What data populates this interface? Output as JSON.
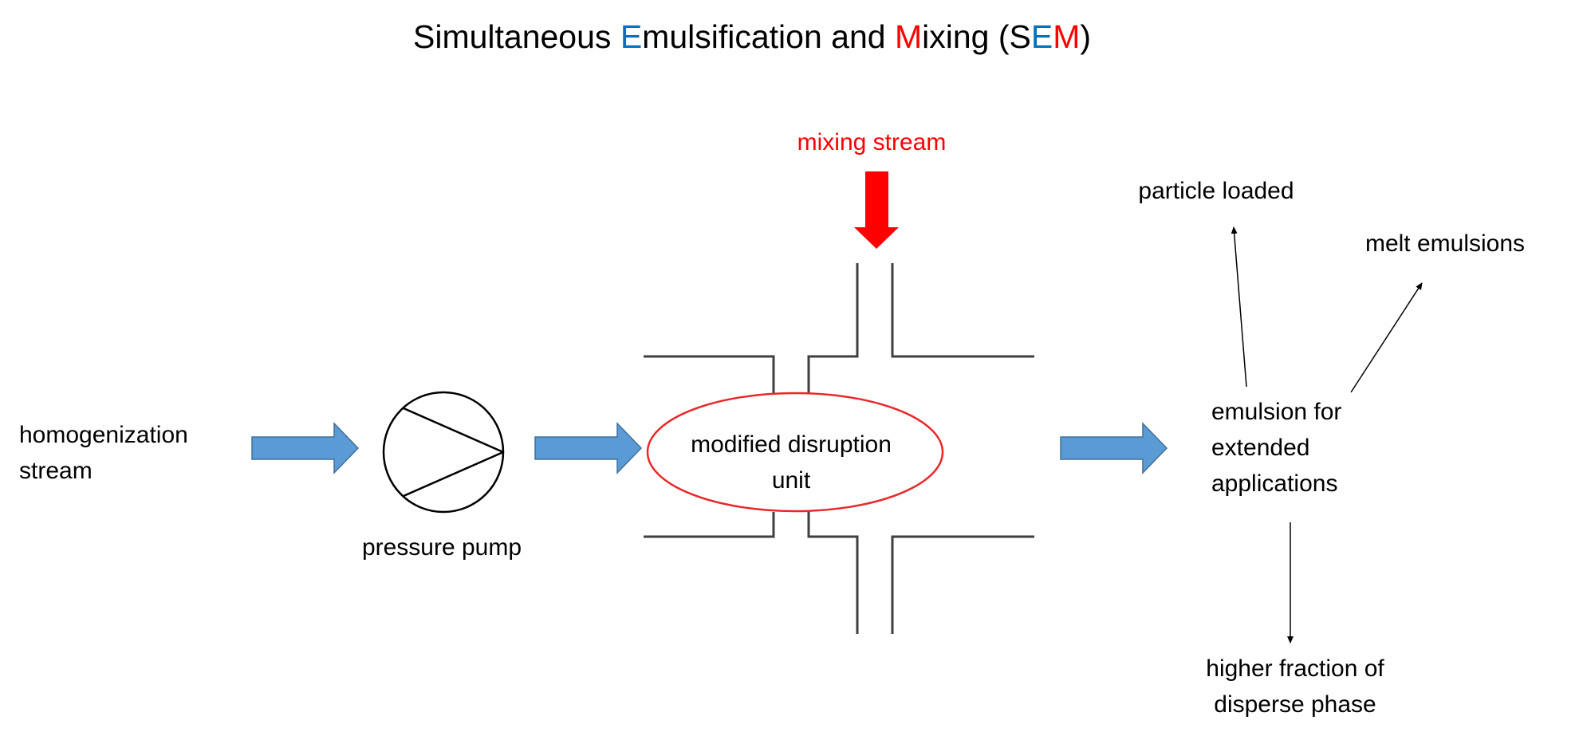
{
  "title": {
    "part1": "Simultaneous ",
    "part2": "E",
    "part3": "mulsification and ",
    "part4": "M",
    "part5": "ixing (S",
    "part6": "E",
    "part7": "M",
    "part8": ")"
  },
  "labels": {
    "homogenization_line1": "homogenization",
    "homogenization_line2": "stream",
    "pressure_pump": "pressure pump",
    "disruption_line1": "modified disruption",
    "disruption_line2": "unit",
    "mixing_stream": "mixing stream",
    "emulsion_line1": "emulsion for",
    "emulsion_line2": "extended",
    "emulsion_line3": "applications",
    "particle_loaded": "particle loaded",
    "melt_emulsions": "melt emulsions",
    "higher_fraction_line1": "higher fraction of",
    "higher_fraction_line2": "disperse phase"
  },
  "colors": {
    "blue_accent": "#0070C0",
    "red_accent": "#FF0000",
    "flow_arrow": "#5B9BD5",
    "flow_arrow_stroke": "#41719C",
    "mixing_arrow": "#FF0000",
    "ellipse_stroke": "#E8282A",
    "channel_stroke": "#3F3F3F"
  }
}
